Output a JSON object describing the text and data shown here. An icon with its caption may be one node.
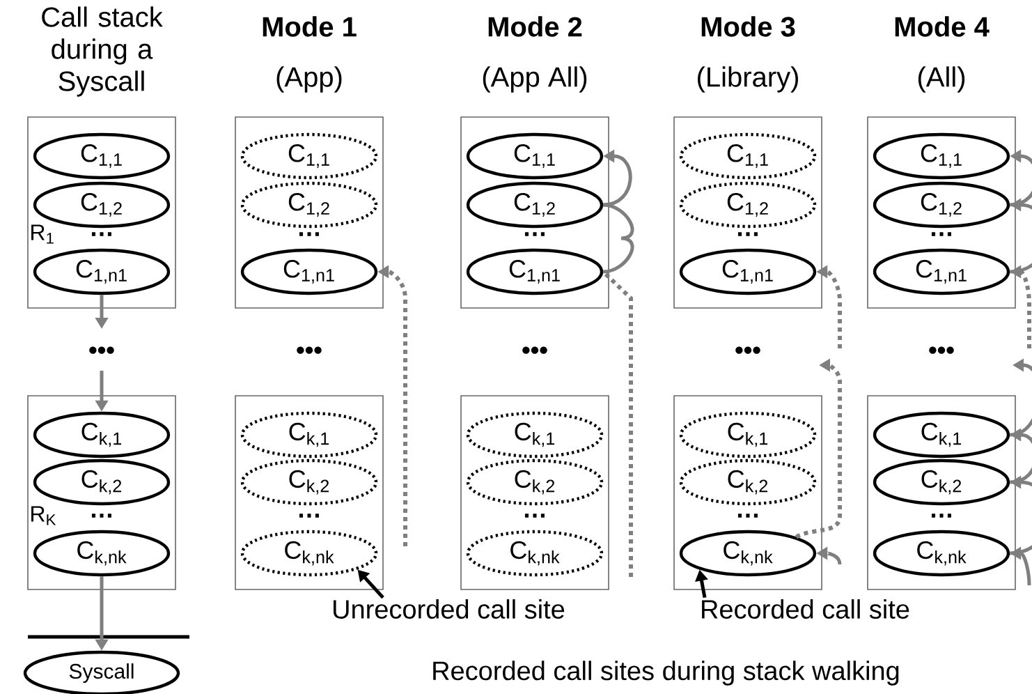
{
  "diagram": {
    "caption": "Recorded call sites during stack walking",
    "nodes": [
      {
        "text": [
          "R$_{1}$"
        ]
      },
      {
        "text": [
          "C$_{1,1}$"
        ],
        "in": 0
      },
      {
        "text": [
          "C$_{1,2}$"
        ],
        "in": 0
      },
      {
        "text": [
          "C$_{1,n1}$"
        ],
        "in": 0
      },
      {
        "text": [
          "R$_{K}$"
        ]
      },
      {
        "text": [
          "C$_{k,1}$"
        ],
        "in": 4
      },
      {
        "text": [
          "C$_{k,2}$"
        ],
        "in": 4
      },
      {
        "text": [
          "C$_{k,nk}$"
        ],
        "in": 4
      },
      {
        "text": [],
        "shape": "box"
      },
      {
        "text": [
          "C$_{1,1}$"
        ],
        "in": 8
      },
      {
        "text": [
          "C$_{1,2}$"
        ],
        "in": 8
      },
      {
        "text": [
          "C$_{1,n1}$"
        ],
        "in": 8
      },
      {
        "text": [],
        "shape": "box"
      },
      {
        "text": [
          "C$_{k,1}$"
        ],
        "in": 12
      },
      {
        "text": [
          "C$_{k,2}$"
        ],
        "in": 12
      },
      {
        "text": [
          "C$_{k,nk}$"
        ],
        "in": 12
      },
      {
        "text": [],
        "shape": "box"
      },
      {
        "text": [
          "C$_{1,1}$"
        ],
        "in": 16
      },
      {
        "text": [
          "C$_{1,2}$"
        ],
        "in": 16
      },
      {
        "text": [
          "C$_{1,n1}$"
        ],
        "in": 16
      },
      {
        "text": [],
        "shape": "box"
      },
      {
        "text": [
          "C$_{k,1}$"
        ],
        "in": 20
      },
      {
        "text": [
          "C$_{k,2}$"
        ],
        "in": 20
      },
      {
        "text": [
          "C$_{k,nk}$"
        ],
        "in": 20
      },
      {
        "text": [],
        "shape": "box"
      },
      {
        "text": [
          "C$_{1,1}$"
        ],
        "in": 24
      },
      {
        "text": [
          "C$_{1,2}$"
        ],
        "in": 24
      },
      {
        "text": [
          "C$_{1,n1}$"
        ],
        "in": 24
      },
      {
        "text": [],
        "shape": "box"
      },
      {
        "text": [
          "C$_{k,1}$"
        ],
        "in": 28
      },
      {
        "text": [
          "C$_{k,2}$"
        ],
        "in": 28
      },
      {
        "text": [
          "C$_{k,nk}$"
        ],
        "in": 28
      },
      {
        "text": [],
        "shape": "box"
      },
      {
        "text": [
          "C$_{1,1}$"
        ],
        "in": 32
      },
      {
        "text": [
          "C$_{1,2}$"
        ],
        "in": 32
      },
      {
        "text": [
          "C$_{1,n1}$"
        ],
        "in": 32
      },
      {
        "text": [],
        "shape": "box"
      },
      {
        "text": [
          "C$_{k,1}$"
        ],
        "in": 36
      },
      {
        "text": [
          "C$_{k,2}$"
        ],
        "in": 36
      },
      {
        "text": [
          "C$_{k,nk}$"
        ],
        "in": 36
      },
      {
        "text": [
          "Syscall"
        ]
      },
      {
        "text": [
          "Unrecorded call site"
        ]
      },
      {
        "text": [
          "Recorded call site"
        ]
      }
    ],
    "edges": [
      {
        "from": 3,
        "to": null,
        "arrow": "to"
      },
      {
        "from": null,
        "to": 5,
        "arrow": "to"
      },
      {
        "from": 7,
        "to": 40,
        "arrow": "to"
      },
      {
        "from": null,
        "to": 11,
        "arrow": "to",
        "style": "dashed"
      },
      {
        "from": 41,
        "to": 15,
        "arrow": "to",
        "color": "#000000"
      },
      {
        "from": 19,
        "to": 18,
        "arrow": "none"
      },
      {
        "from": 18,
        "to": 17,
        "arrow": "to"
      },
      {
        "from": null,
        "to": 19,
        "arrow": "none",
        "style": "dashed"
      },
      {
        "from": null,
        "to": 31,
        "arrow": "to"
      },
      {
        "from": 31,
        "to": null,
        "arrow": "to",
        "style": "dashed"
      },
      {
        "from": null,
        "to": 27,
        "arrow": "to",
        "style": "dashed"
      },
      {
        "from": 42,
        "to": 31,
        "arrow": "to",
        "color": "#000000"
      },
      {
        "from": null,
        "to": 39,
        "arrow": "to"
      },
      {
        "from": 39,
        "to": 38,
        "arrow": "to"
      },
      {
        "from": 38,
        "to": 37,
        "arrow": "to"
      },
      {
        "from": 37,
        "to": null,
        "arrow": "to"
      },
      {
        "from": null,
        "to": 35,
        "arrow": "to",
        "style": "dashed"
      },
      {
        "from": 35,
        "to": 34,
        "arrow": "to"
      },
      {
        "from": 34,
        "to": 33,
        "arrow": "to"
      }
    ],
    "labels": [
      "Call stack during a Syscall",
      "Mode 1",
      "(App)",
      "Mode 2",
      "(App All)",
      "Mode 3",
      "(Library)",
      "Mode 4",
      "(All)",
      "…",
      "…",
      "…",
      "…",
      "…",
      "•••",
      "•••",
      "•••",
      "•••",
      "•••",
      "…",
      "…",
      "…",
      "…",
      "…"
    ]
  }
}
